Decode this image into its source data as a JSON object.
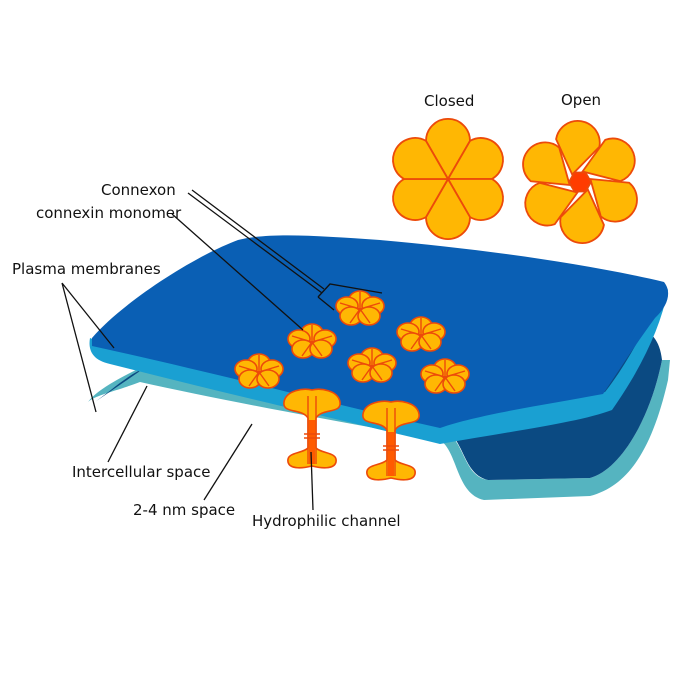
{
  "labels": {
    "closed": "Closed",
    "open": "Open",
    "connexon": "Connexon",
    "connexin_monomer": "connexin monomer",
    "plasma_membranes": "Plasma membranes",
    "intercellular_space": "Intercellular space",
    "nm_space": "2-4 nm space",
    "hydrophilic_channel": "Hydrophilic channel"
  },
  "colors": {
    "upper_membrane": "#0a5fb4",
    "upper_membrane_edge": "#1aa0d2",
    "lower_membrane": "#0b4a82",
    "lower_membrane_edge": "#55b4c0",
    "connexin_fill": "#ffb703",
    "connexin_stroke": "#ec4a0a",
    "pore": "#ff3c00"
  }
}
